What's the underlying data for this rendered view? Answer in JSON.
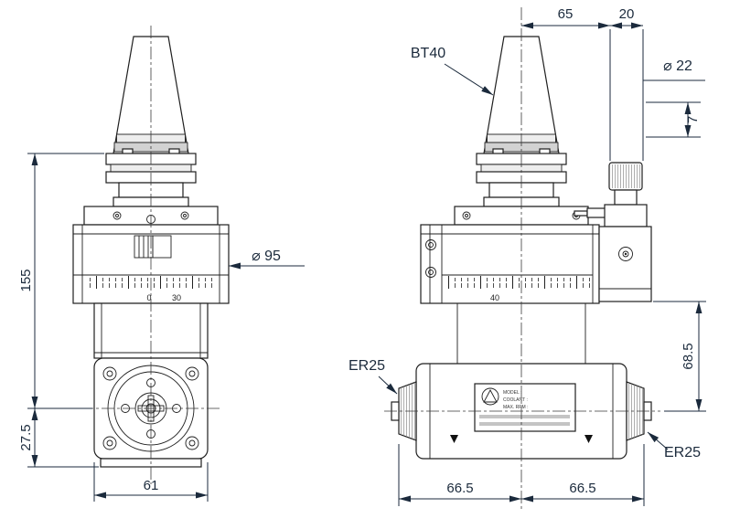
{
  "drawing": {
    "colors": {
      "line": "#1f1f1f",
      "dimension": "#1b2a3c",
      "centerline": "#3a3a3a"
    },
    "front": {
      "dim_height": "155",
      "dim_spindle_offset": "27.5",
      "dim_flange_width": "61",
      "dim_body_diameter": "⌀ 95",
      "scale_zero": "0",
      "scale_thirty": "30"
    },
    "side": {
      "taper_label": "BT40",
      "dim_top_65": "65",
      "dim_top_20": "20",
      "dim_knob_diameter": "⌀ 22",
      "dim_knob_height": "7",
      "dim_vertical_68_5": "68.5",
      "collet_left": "ER25",
      "collet_right": "ER25",
      "dim_bottom_left": "66.5",
      "dim_bottom_right": "66.5",
      "scale_forty": "40",
      "nameplate": {
        "row1": "MODEL :",
        "row2": "COOLANT :",
        "row3": "MAX. RPM :"
      }
    }
  }
}
